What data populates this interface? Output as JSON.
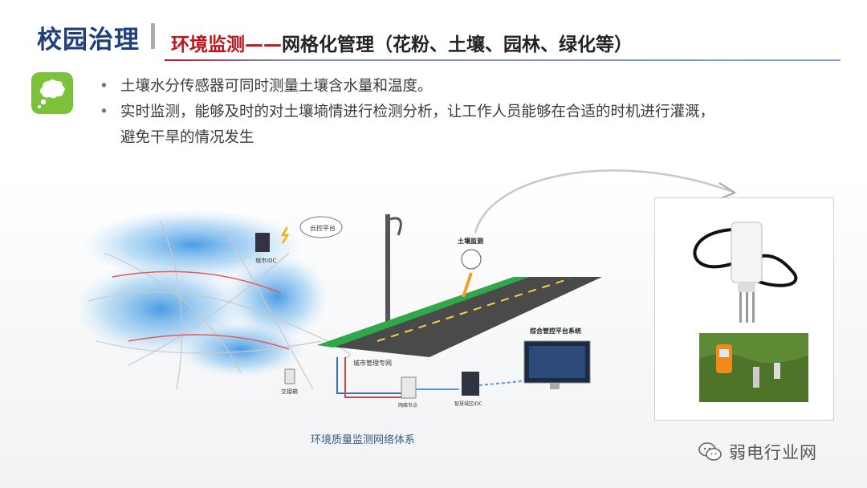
{
  "header": {
    "title": "校园治理",
    "subtitle_red": "环境监测——",
    "subtitle_rest": "网格化管理（花粉、土壤、园林、绿化等）"
  },
  "bullets": [
    "土壤水分传感器可同时测量土壤含水量和温度。",
    "实时监测，能够及时的对土壤墒情进行检测分析，让工作人员能够在合适的时机进行灌溉，",
    "避免干旱的情况发生"
  ],
  "diagram": {
    "cloud_platform": "云控平台",
    "city_idc": "城市IDC",
    "soil_monitor": "土壤监测",
    "city_network": "城市管理专网",
    "platform": "综合管控平台系统",
    "network_node": "网络节点",
    "smart_idc": "智慧城区IDC",
    "exchange_box": "交接箱",
    "caption": "环境质量监测网络体系"
  },
  "watermark": {
    "text": "弱电行业网"
  },
  "colors": {
    "title_blue": "#1f3f7a",
    "accent_red": "#c0141c",
    "icon_green": "#7cc13a"
  },
  "icons": {
    "chat": "speech-bubble-icon",
    "wechat": "wechat-icon"
  }
}
